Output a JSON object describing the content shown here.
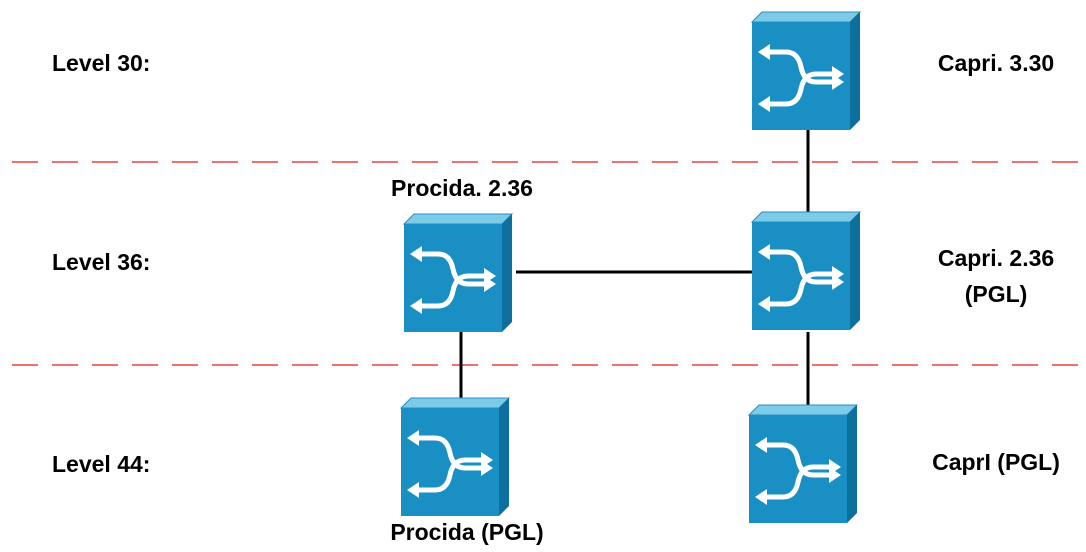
{
  "levels": [
    {
      "label": "Level 30:"
    },
    {
      "label": "Level 36:"
    },
    {
      "label": "Level 44:"
    }
  ],
  "nodes": {
    "capri_330": {
      "label": "Capri. 3.30"
    },
    "procida_236": {
      "label": "Procida. 2.36"
    },
    "capri_236": {
      "label_line1": "Capri. 2.36",
      "label_line2": "(PGL)"
    },
    "procida_pgl": {
      "label": "Procida (PGL)"
    },
    "capri_pgl": {
      "label": "CaprI (PGL)"
    }
  },
  "colors": {
    "separator": "#f07070",
    "link": "#000000",
    "switch_front": "#1a8fc3",
    "switch_top": "#7ccbe8",
    "switch_side": "#0d6f9e",
    "switch_arrow": "#ffffff"
  }
}
